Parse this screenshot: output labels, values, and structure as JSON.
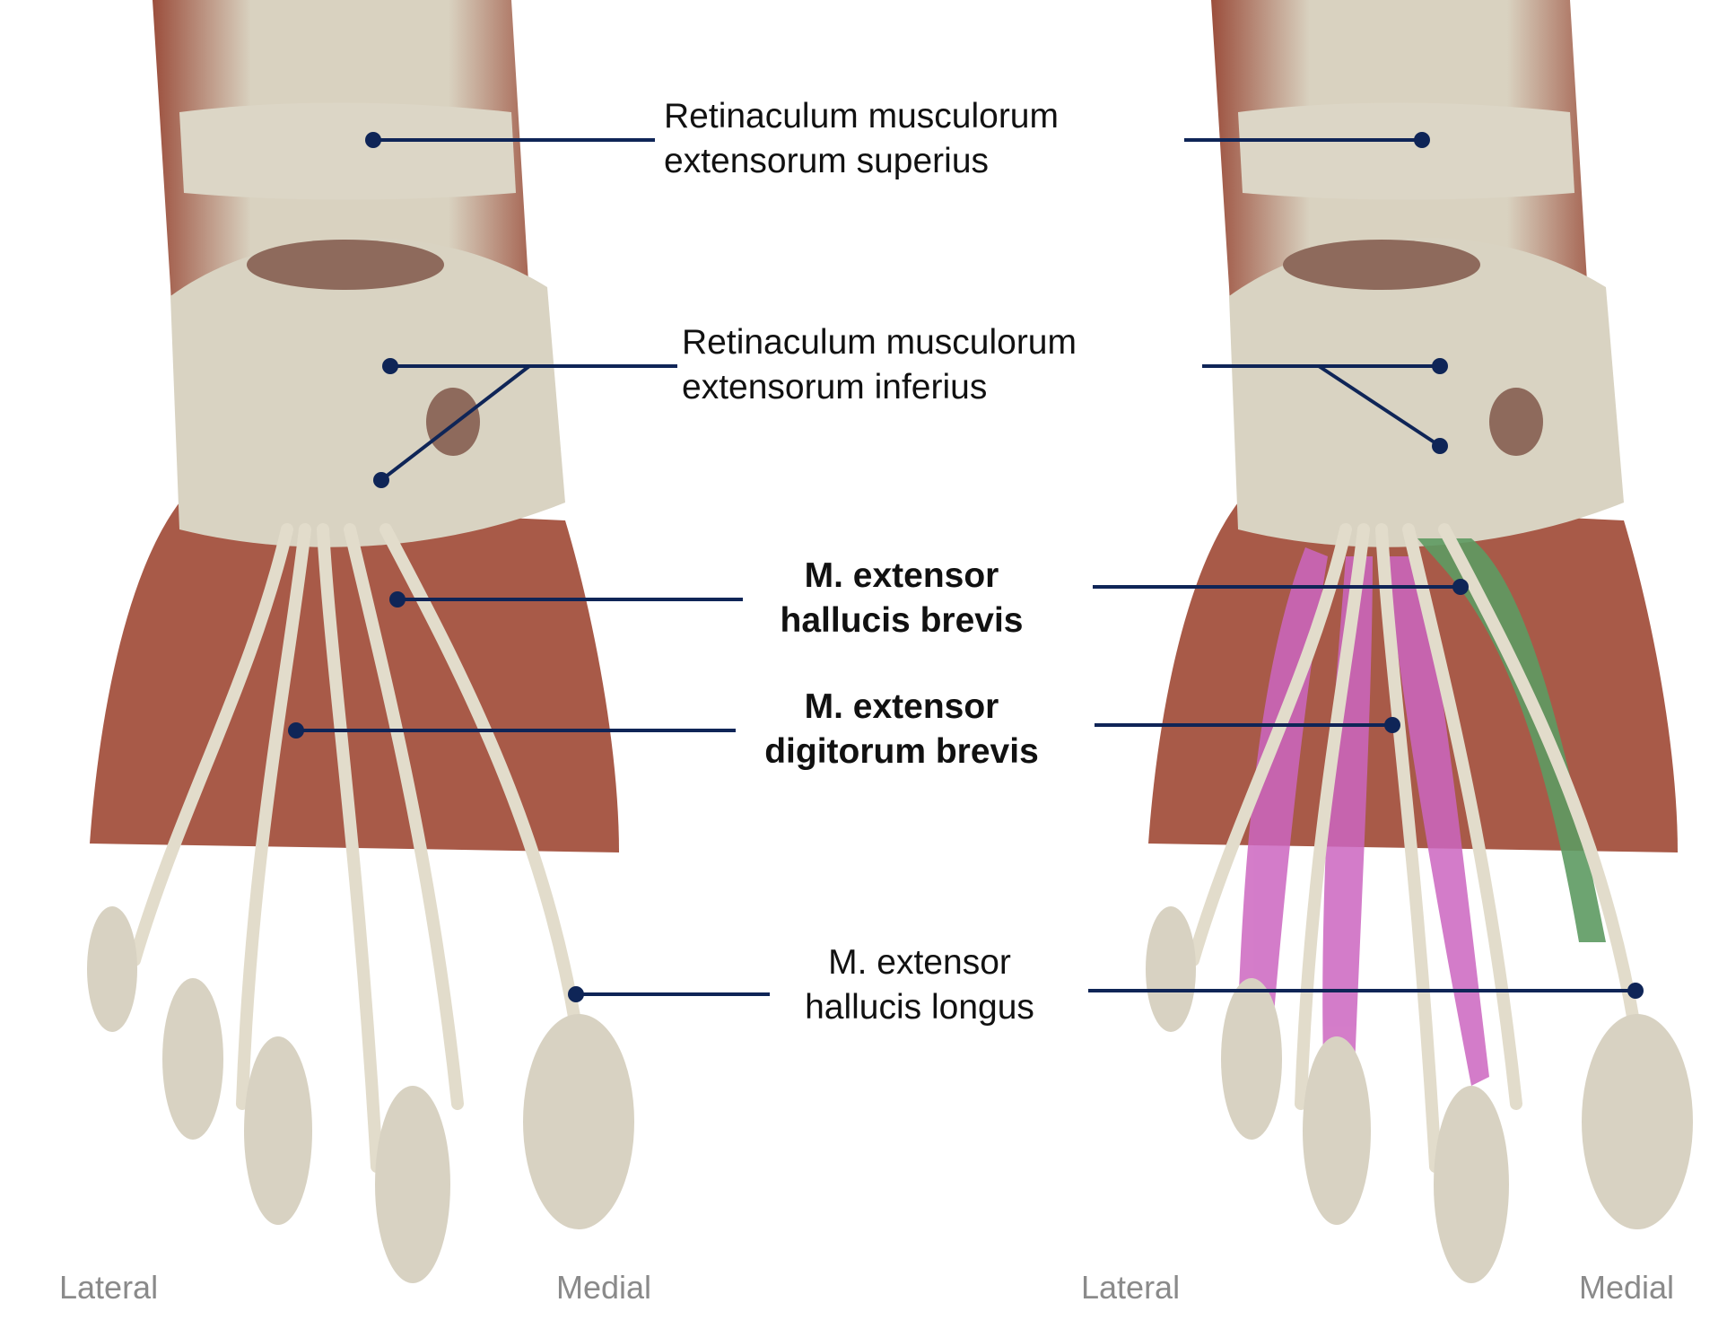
{
  "colors": {
    "leader": "#0f2557",
    "muscle": "#a85a48",
    "tendon": "#e2dccb",
    "retinaculum": "#dcd6c6",
    "highlight_pink": "#cc66c0",
    "highlight_green": "#5d9a62"
  },
  "labels": {
    "retinaculum_superius": [
      "Retinaculum musculorum",
      "extensorum superius"
    ],
    "retinaculum_inferius": [
      "Retinaculum musculorum",
      "extensorum inferius"
    ],
    "ext_hallucis_brevis": [
      "M. extensor",
      "hallucis brevis"
    ],
    "ext_digitorum_brevis": [
      "M. extensor",
      "digitorum brevis"
    ],
    "ext_hallucis_longus": [
      "M. extensor",
      "hallucis longus"
    ]
  },
  "orientation": {
    "left_lateral": "Lateral",
    "left_medial": "Medial",
    "right_lateral": "Lateral",
    "right_medial": "Medial"
  }
}
